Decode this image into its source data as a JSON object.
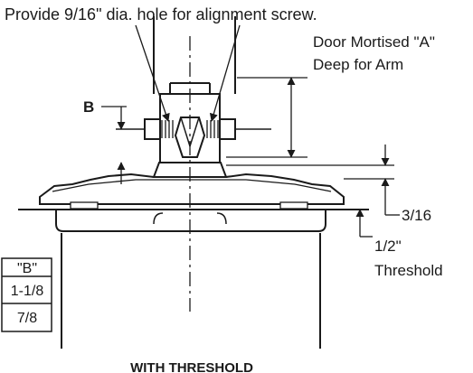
{
  "notes": {
    "hole_note": "Provide 9/16\" dia. hole for alignment screw.",
    "mortise_line1": "Door Mortised \"A\"",
    "mortise_line2": "Deep for Arm",
    "b_label": "B",
    "dim_3_16": "3/16",
    "threshold_value": "1/2\"",
    "threshold_word": "Threshold",
    "caption": "WITH THRESHOLD"
  },
  "b_table": {
    "header": "\"B\"",
    "rows": [
      "1-1/8",
      "7/8"
    ]
  },
  "colors": {
    "ink": "#1a1a1a",
    "background": "#ffffff"
  }
}
